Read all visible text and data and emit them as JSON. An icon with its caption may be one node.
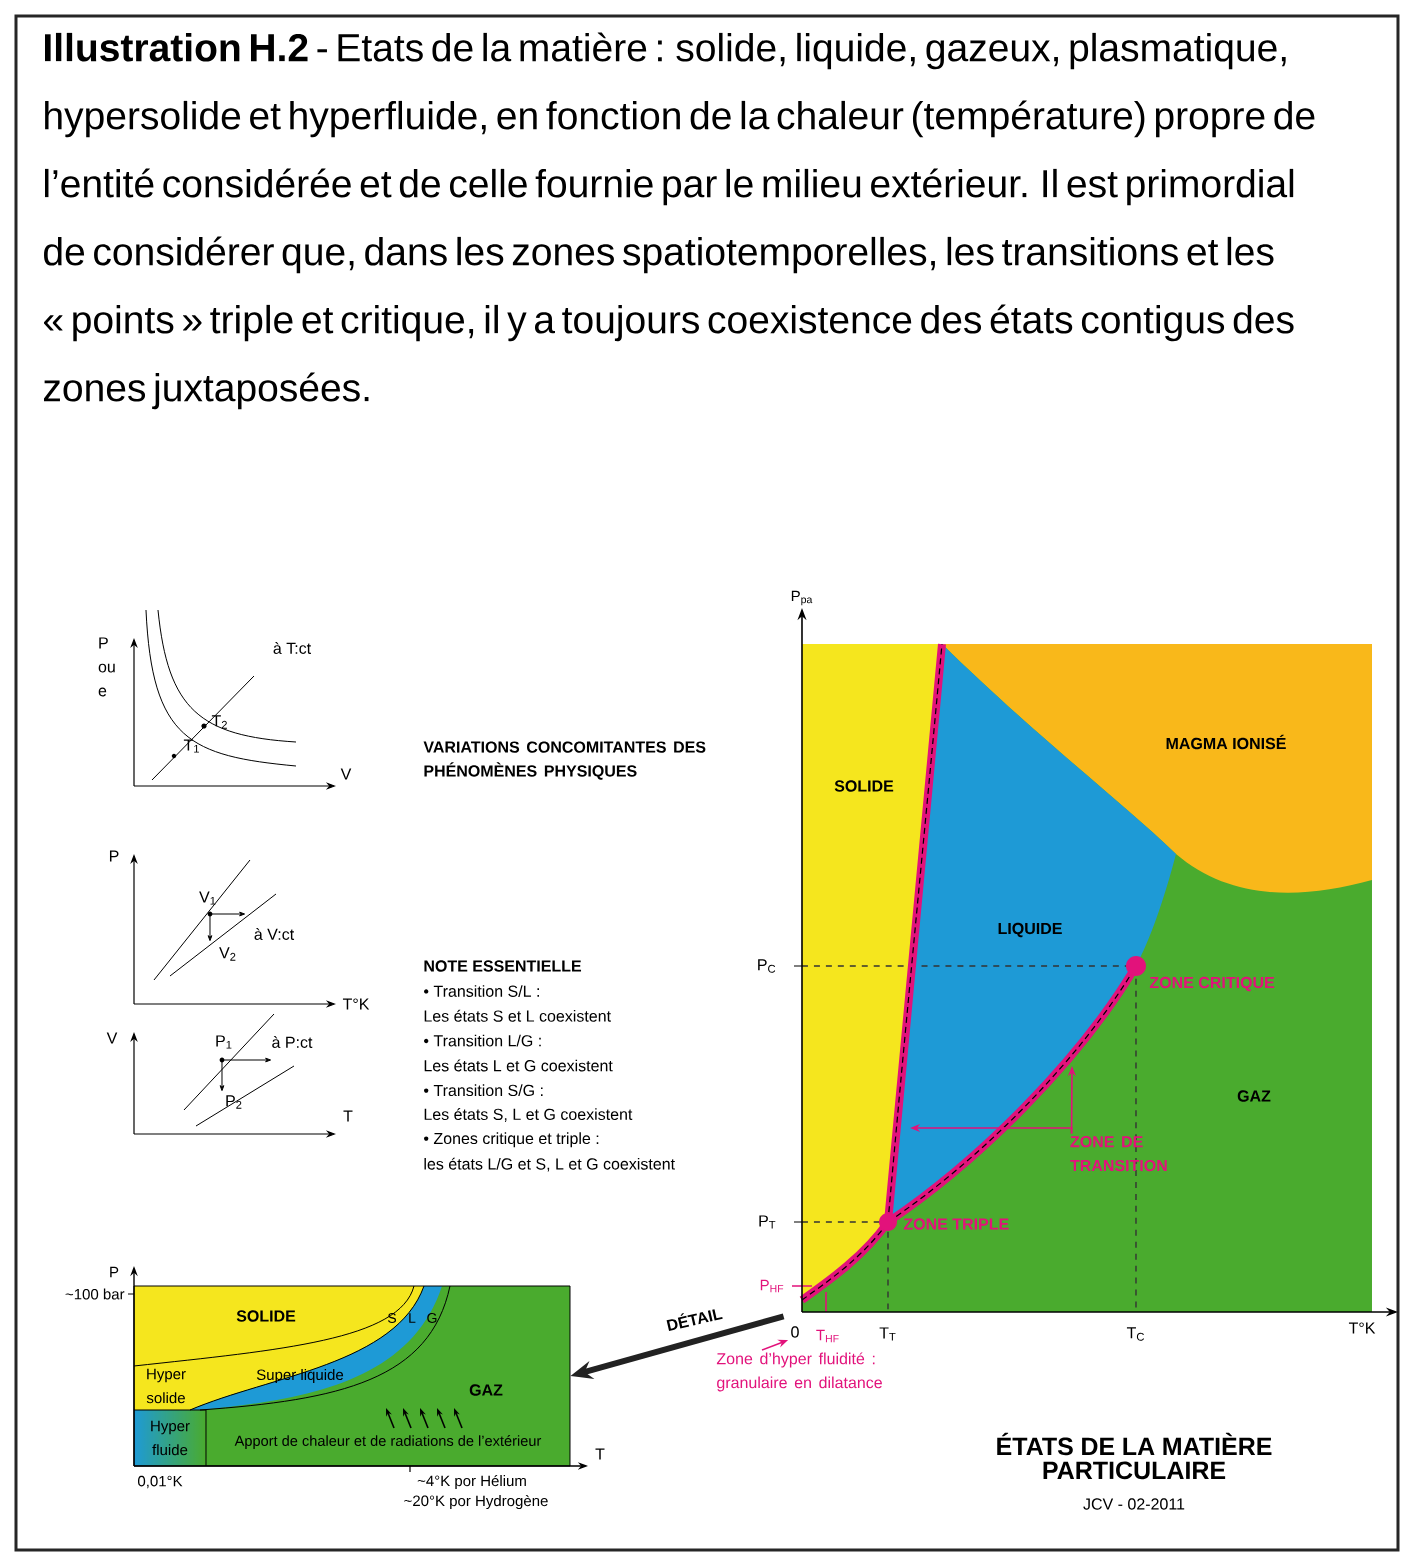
{
  "diagram": {
    "title": "**Illustration H.2** - Etats de la matière : solide, liquide, gazeux, plasmatique, hypersolide et hyperfluide, en fonction de la chaleur (température) propre de l’entité considérée et de celle fournie par le milieu extérieur. Il est primordial de considérer que, dans les zones spatiotemporelles, les transitions et les « points » triple et critique, il y a toujours coexistence des états contigus des zones juxtaposées.",
    "nodes": [
      {
        "text": [],
        "shape": "picture"
      },
      {
        "text": [],
        "shape": "picture"
      },
      {
        "text": [
          "Zone d’hyper fluidité : granulaire en dilatance"
        ]
      },
      {
        "text": [
          "ZONE DE TRANSITION"
        ],
        "in": 0
      },
      {
        "text": [
          "0"
        ]
      }
    ],
    "edges": [
      {
        "from": 0,
        "to": 1,
        "arrow": "to",
        "label": "DÉTAIL",
        "style": "thick",
        "color": "#222222"
      },
      {
        "from": 2,
        "to": 4,
        "arrow": "to"
      },
      {
        "from": 3,
        "to": null,
        "arrow": "to"
      },
      {
        "from": 3,
        "to": null,
        "arrow": "to"
      }
    ],
    "labels": [
      "P ou e",
      "à T:ct",
      "T$_{2}$",
      "T$_{1}$",
      "V",
      "P",
      "V$_{1}$",
      "à V:ct",
      "V$_{2}$",
      "T°K",
      "V",
      "P$_{1}$",
      "à P:ct",
      "P$_{2}$",
      "T",
      "VARIATIONS CONCOMITANTES DES PHÉNOMÈNES PHYSIQUES",
      "NOTE ESSENTIELLE",
      "• Transition S/L :",
      "Les états S et L coexistent",
      "• Transition L/G :",
      "Les états L et G coexistent",
      "• Transition S/G :",
      "Les états S, L et G coexistent",
      "• Zones critique et triple :",
      "les états L/G et S, L et G coexistent",
      "P$_{pa}$",
      "SOLIDE",
      "MAGMA IONISÉ",
      "LIQUIDE",
      "P$_{C}$",
      "ZONE CRITIQUE",
      "GAZ",
      "P$_{T}$",
      "ZONE TRIPLE",
      "P$_{HF}$",
      "T$_{HF}$",
      "T$_{T}$",
      "T$_{C}$",
      "T°K",
      "P",
      "~100 bar",
      "SOLIDE",
      "S",
      "L",
      "G",
      "Hyper solide",
      "Super liquide",
      "GAZ",
      "Hyper fluide",
      "Apport de chaleur et de radiations de l’extérieur",
      "T",
      "0,01°K",
      "~4°K por Hélium",
      "~20°K por Hydrogène",
      "ÉTATS DE LA MATIÈRE PARTICULAIRE",
      "JCV - 02-2011"
    ]
  }
}
